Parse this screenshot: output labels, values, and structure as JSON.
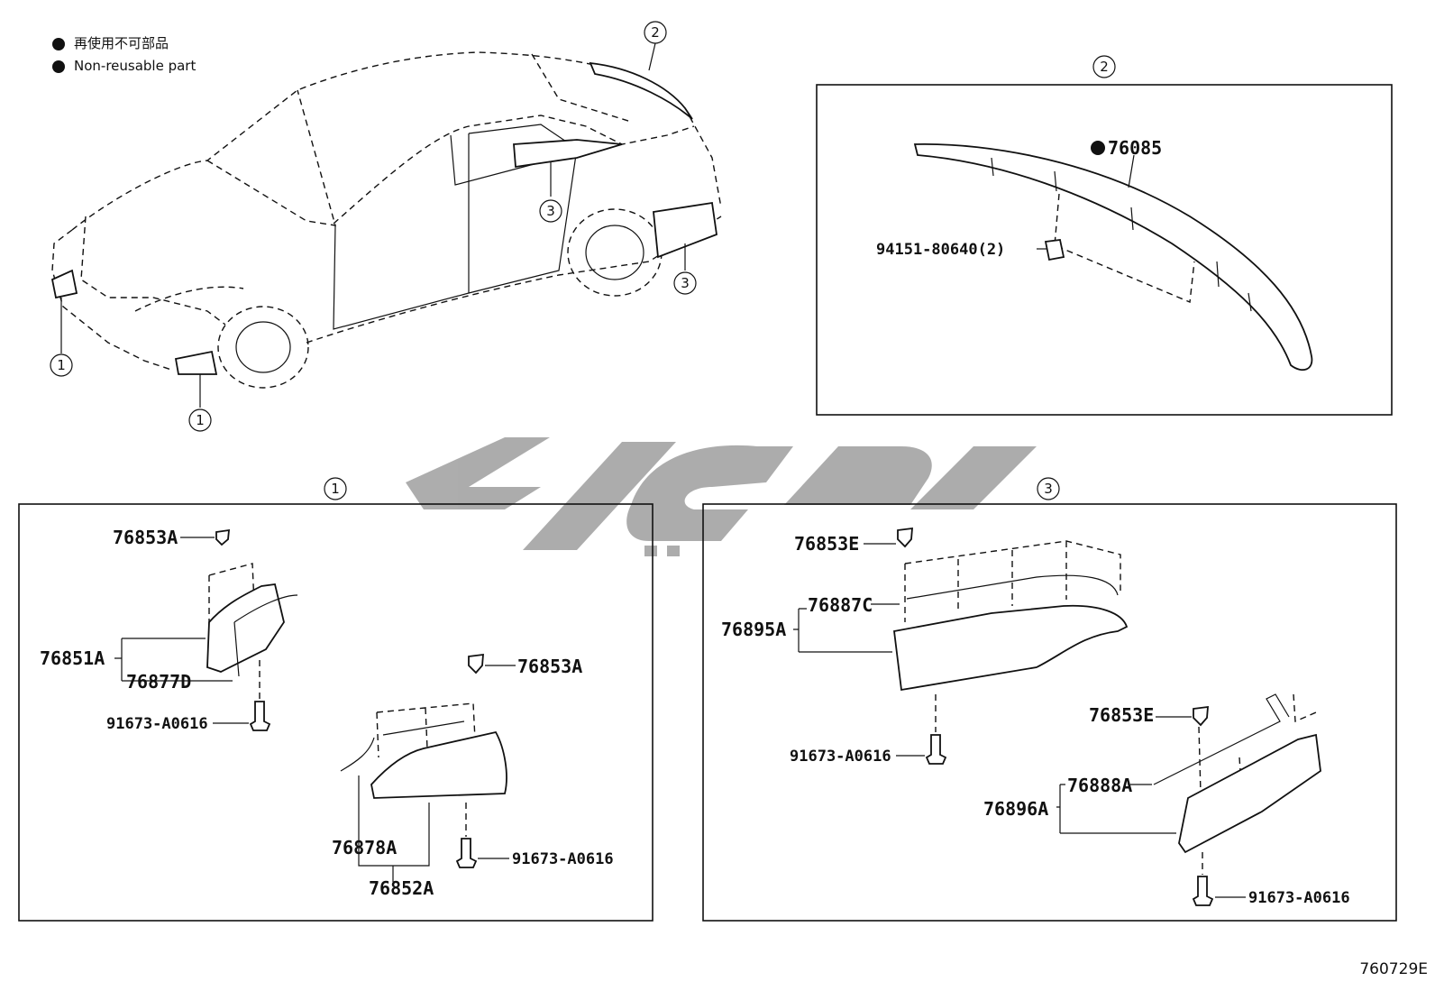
{
  "legend": {
    "items": [
      {
        "text": "再使用不可部品"
      },
      {
        "text": "Non-reusable part"
      }
    ]
  },
  "figure_id": "760729E",
  "callouts": {
    "car_1a": "1",
    "car_1b": "1",
    "car_2": "2",
    "car_3a": "3",
    "car_3b": "3",
    "panel2": "2",
    "panel1": "1",
    "panel3": "3"
  },
  "panel2_labels": {
    "spoiler": "76085",
    "nut": "94151-80640(2)"
  },
  "panel1_labels": {
    "clip_upper": "76853A",
    "extension_assy": "76851A",
    "seal_upper": "76877D",
    "bolt_upper": "91673-A0616",
    "clip_lower": "76853A",
    "seal_lower": "76878A",
    "extension_lower": "76852A",
    "bolt_lower": "91673-A0616"
  },
  "panel3_labels": {
    "clip_upper": "76853E",
    "seal_upper": "76887C",
    "extension_upper": "76895A",
    "bolt_upper": "91673-A0616",
    "clip_lower": "76853E",
    "seal_lower": "76888A",
    "extension_lower": "76896A",
    "bolt_lower": "91673-A0616"
  }
}
